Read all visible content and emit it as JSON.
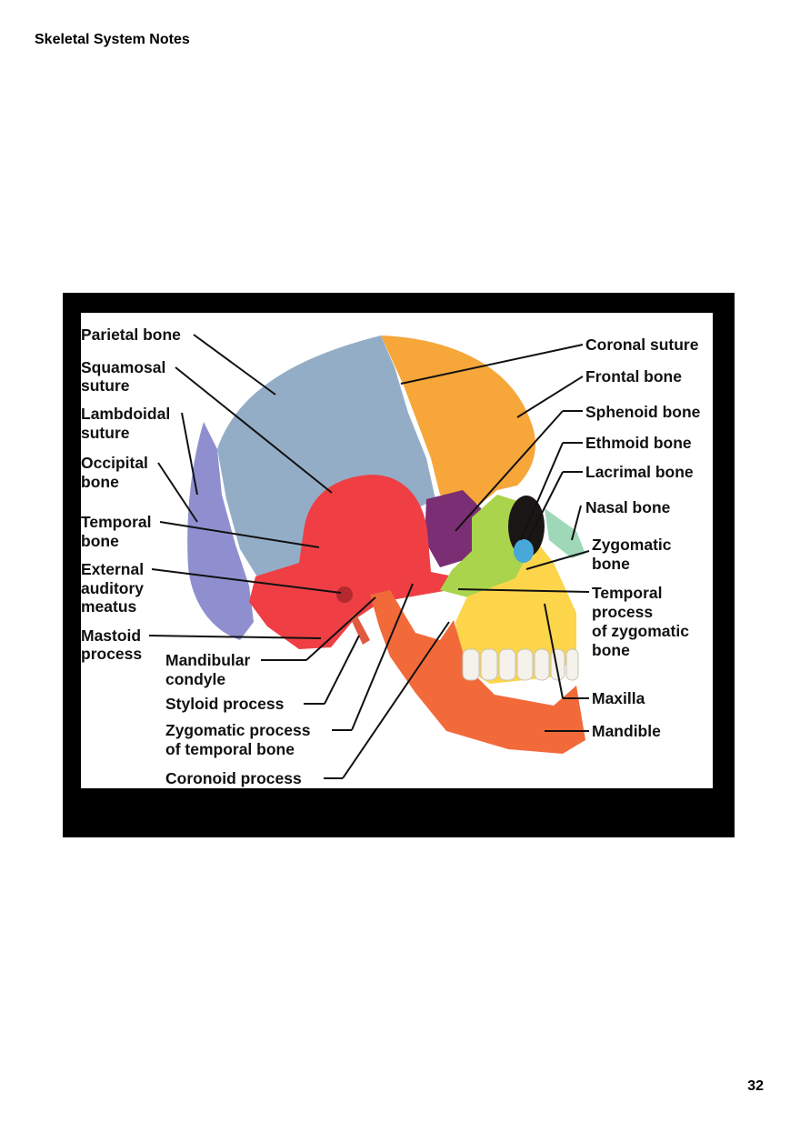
{
  "document": {
    "header": "Skeletal System Notes",
    "page_number": "32"
  },
  "figure": {
    "colors": {
      "parietal": "#93adc6",
      "occipital": "#8f8fd0",
      "frontal": "#f7a63a",
      "temporal": "#ef3f44",
      "sphenoid": "#7b2e73",
      "zygomatic": "#a9d44c",
      "maxilla": "#fcd54a",
      "mandible": "#f26a3a",
      "nasal": "#9fd8b8",
      "ethmoid": "#48a8d8",
      "teeth": "#f4f2ea"
    },
    "labels": {
      "parietal_bone": "Parietal bone",
      "squamosal_1": "Squamosal",
      "squamosal_2": "suture",
      "lambdoidal_1": "Lambdoidal",
      "lambdoidal_2": "suture",
      "occipital_1": "Occipital",
      "occipital_2": "bone",
      "temporal_1": "Temporal",
      "temporal_2": "bone",
      "external_1": "External",
      "external_2": "auditory",
      "external_3": "meatus",
      "mastoid_1": "Mastoid",
      "mastoid_2": "process",
      "mandibular_1": "Mandibular",
      "mandibular_2": "condyle",
      "styloid": "Styloid process",
      "zyg_process_1": "Zygomatic process",
      "zyg_process_2": "of temporal bone",
      "coronoid": "Coronoid process",
      "coronal_suture": "Coronal suture",
      "frontal_bone": "Frontal bone",
      "sphenoid_bone": "Sphenoid bone",
      "ethmoid_bone": "Ethmoid bone",
      "lacrimal_bone": "Lacrimal bone",
      "nasal_bone": "Nasal bone",
      "zygomatic_1": "Zygomatic",
      "zygomatic_2": "bone",
      "temp_process_1": "Temporal",
      "temp_process_2": "process",
      "temp_process_3": "of zygomatic",
      "temp_process_4": "bone",
      "maxilla": "Maxilla",
      "mandible": "Mandible"
    }
  }
}
